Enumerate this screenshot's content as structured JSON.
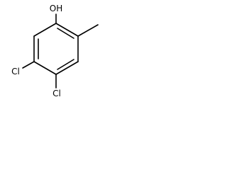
{
  "molecule": {
    "atoms": {
      "hydroxyl": "OH",
      "chloro_upper": "Cl",
      "chloro_lower": "Cl"
    },
    "colors": {
      "bond": "#000000",
      "label": "#000000",
      "background": "#ffffff"
    }
  }
}
